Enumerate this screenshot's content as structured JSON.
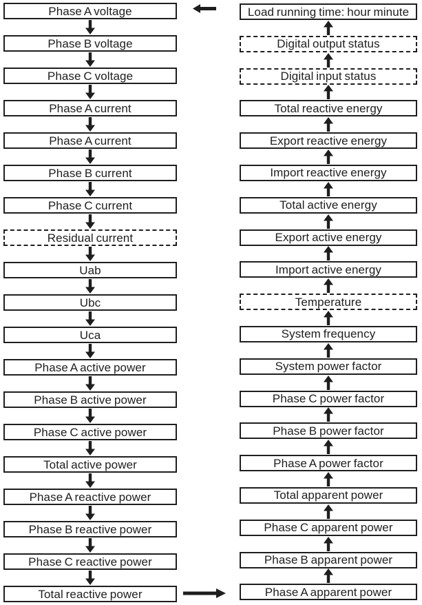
{
  "diagram": {
    "description": "Display screens cycle flowchart",
    "colors": {
      "ink": "#1e1e1e",
      "background": "#ffffff"
    },
    "left_column": {
      "flow_direction": "down",
      "items": [
        {
          "label": "Phase A voltage",
          "style": "solid"
        },
        {
          "label": "Phase B voltage",
          "style": "solid"
        },
        {
          "label": "Phase C voltage",
          "style": "solid"
        },
        {
          "label": "Phase A current",
          "style": "solid"
        },
        {
          "label": "Phase A current",
          "style": "solid"
        },
        {
          "label": "Phase B current",
          "style": "solid"
        },
        {
          "label": "Phase C current",
          "style": "solid"
        },
        {
          "label": "Residual current",
          "style": "dashed"
        },
        {
          "label": "Uab",
          "style": "solid"
        },
        {
          "label": "Ubc",
          "style": "solid"
        },
        {
          "label": "Uca",
          "style": "solid"
        },
        {
          "label": "Phase A active power",
          "style": "solid"
        },
        {
          "label": "Phase B active power",
          "style": "solid"
        },
        {
          "label": "Phase C active power",
          "style": "solid"
        },
        {
          "label": "Total active power",
          "style": "solid"
        },
        {
          "label": "Phase A reactive power",
          "style": "solid"
        },
        {
          "label": "Phase B reactive power",
          "style": "solid"
        },
        {
          "label": "Phase C reactive power",
          "style": "solid"
        },
        {
          "label": "Total reactive power",
          "style": "solid"
        }
      ]
    },
    "right_column": {
      "flow_direction": "up",
      "items": [
        {
          "label": "Load running time: hour minute",
          "style": "solid"
        },
        {
          "label": "Digital output status",
          "style": "dashed"
        },
        {
          "label": "Digital input status",
          "style": "dashed"
        },
        {
          "label": "Total reactive energy",
          "style": "solid"
        },
        {
          "label": "Export reactive energy",
          "style": "solid"
        },
        {
          "label": "Import reactive energy",
          "style": "solid"
        },
        {
          "label": "Total active energy",
          "style": "solid"
        },
        {
          "label": "Export active energy",
          "style": "solid"
        },
        {
          "label": "Import active energy",
          "style": "solid"
        },
        {
          "label": "Temperature",
          "style": "dashed"
        },
        {
          "label": "System frequency",
          "style": "solid"
        },
        {
          "label": "System power factor",
          "style": "solid"
        },
        {
          "label": "Phase C power factor",
          "style": "solid"
        },
        {
          "label": "Phase B power factor",
          "style": "solid"
        },
        {
          "label": "Phase A power factor",
          "style": "solid"
        },
        {
          "label": "Total apparent power",
          "style": "solid"
        },
        {
          "label": "Phase C apparent power",
          "style": "solid"
        },
        {
          "label": "Phase B apparent power",
          "style": "solid"
        },
        {
          "label": "Phase A apparent power",
          "style": "solid"
        }
      ]
    },
    "connectors": [
      {
        "position": "top",
        "direction": "left"
      },
      {
        "position": "bottom",
        "direction": "right"
      }
    ]
  }
}
